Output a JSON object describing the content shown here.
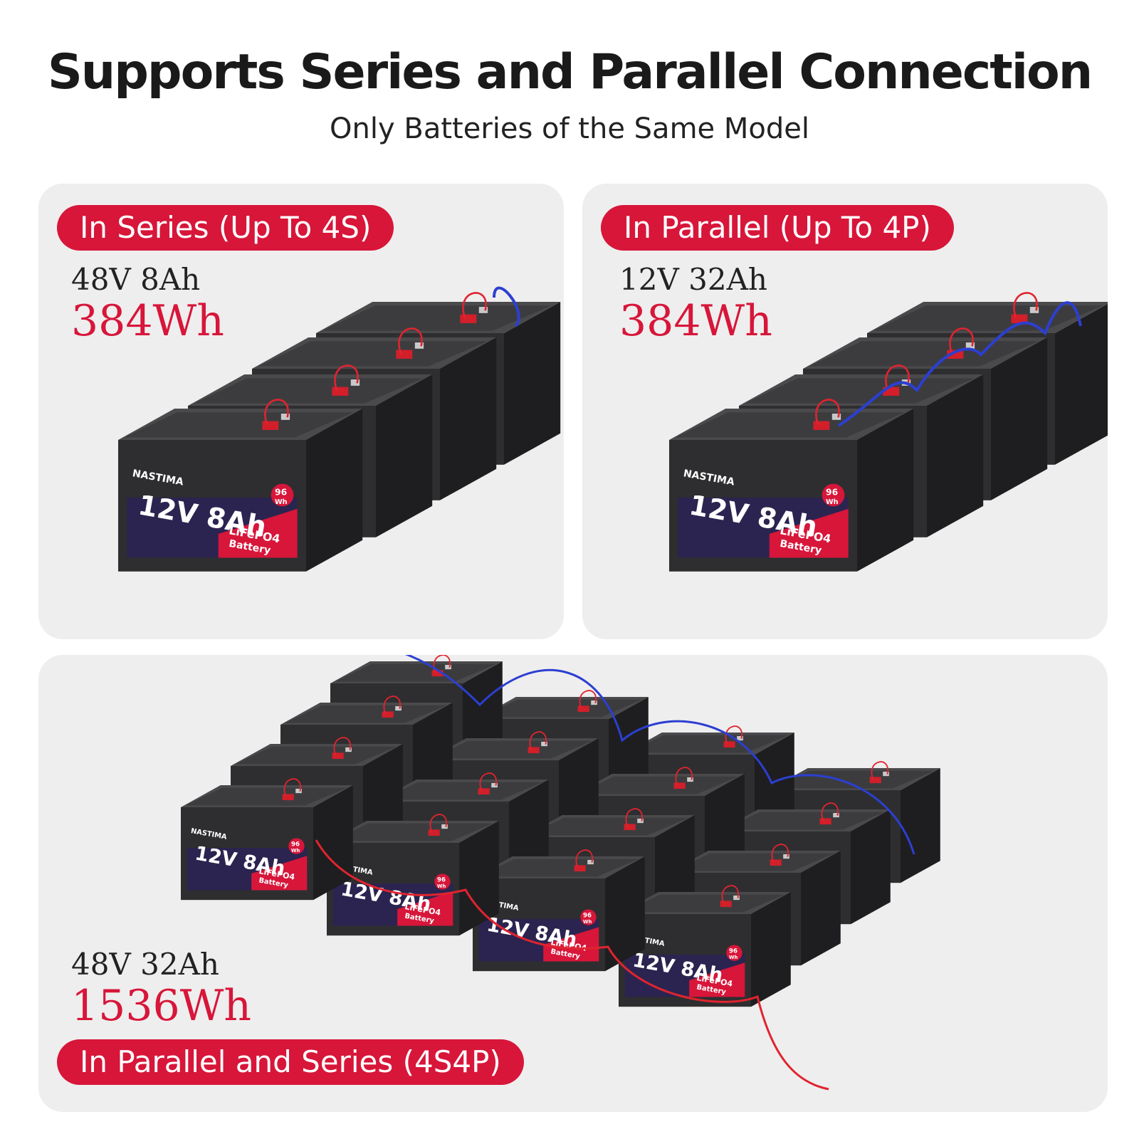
{
  "header": {
    "title": "Supports Series and Parallel Connection",
    "subtitle": "Only Batteries of the Same Model"
  },
  "series_panel": {
    "badge": "In Series (Up To 4S)",
    "spec": "48V 8Ah",
    "energy": "384Wh"
  },
  "parallel_panel": {
    "badge": "In Parallel (Up To 4P)",
    "spec": "12V 32Ah",
    "energy": "384Wh"
  },
  "combo_panel": {
    "badge": "In Parallel and Series (4S4P)",
    "spec": "48V 32Ah",
    "energy": "1536Wh"
  },
  "battery_label": {
    "brand": "NASTIMA",
    "model": "12V 8Ah",
    "chemistry": "LiFePO4",
    "type": "Battery",
    "badge_value": "96",
    "badge_unit": "Wh"
  },
  "colors": {
    "accent_red": "#d7163a",
    "panel_bg": "#efeeee",
    "battery_body": "#2e2e30",
    "wire_blue": "#2c3fd1",
    "wire_red": "#e0242f"
  }
}
